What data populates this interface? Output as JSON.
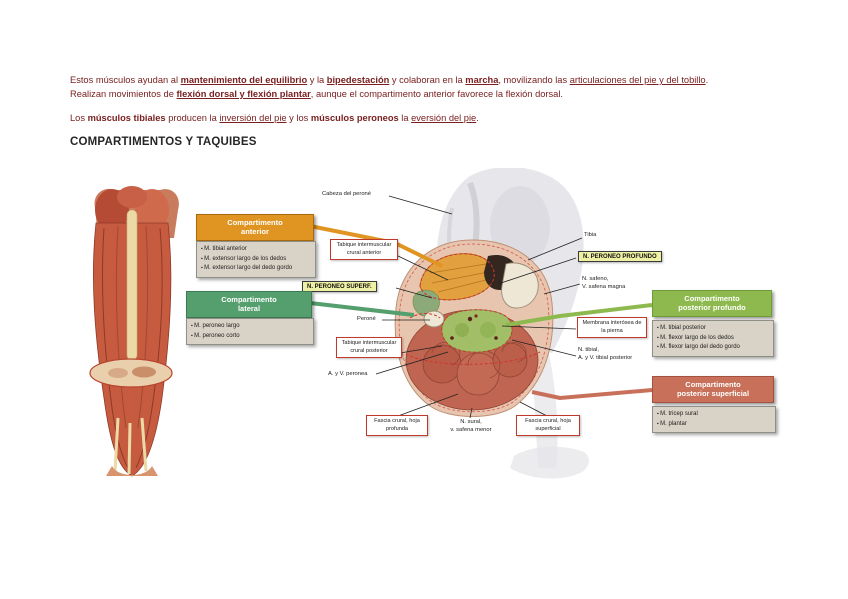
{
  "page": {
    "heading": "COMPARTIMENTOS Y TAQUIBES"
  },
  "paragraphs": {
    "p1": [
      "Estos músculos ayudan al ",
      "mantenimiento del equilibrio",
      " y la ",
      "bipedestación",
      " y colaboran en la ",
      "marcha",
      ", movilizando las ",
      "articulaciones del pie y del tobillo",
      ".",
      "Realizan movimientos de ",
      "flexión dorsal y flexión plantar",
      ", aunque el compartimento anterior favorece la flexión dorsal."
    ],
    "p2": [
      "Los ",
      "músculos tibiales",
      " producen la ",
      "inversión del pie",
      " y los ",
      "músculos peroneos",
      " la ",
      "eversión del pie",
      "."
    ]
  },
  "diagram": {
    "compartments": {
      "anterior": {
        "title": "Compartimento\nanterior",
        "items": [
          "M. tibial anterior",
          "M. extensor largo de los dedos",
          "M. extensor largo del dedo gordo"
        ]
      },
      "lateral": {
        "title": "Compartimento\nlateral",
        "items": [
          "M. peroneo largo",
          "M. peroneo corto"
        ]
      },
      "posterior_profundo": {
        "title": "Compartimento\nposterior profundo",
        "items": [
          "M. tibial posterior",
          "M. flexor largo de los dedos",
          "M. flexor largo del dedo gordo"
        ]
      },
      "posterior_superficial": {
        "title": "Compartimento\nposterior superficial",
        "items": [
          "M. tricep sural",
          "M. plantar"
        ]
      }
    },
    "nerves": {
      "peroneo_superf": "N. PERONEO SUPERF.",
      "peroneo_profundo": "N. PERONEO PROFUNDO"
    },
    "callouts": {
      "tabique_anterior": "Tabique intermuscular crural anterior",
      "tabique_posterior": "Tabique intermuscular crural posterior",
      "membrana": "Membrana interósea de la pierna",
      "fascia_profunda": "Fascia crural, hoja profunda",
      "fascia_superficial": "Fascia crural, hoja superficial"
    },
    "labels": {
      "cabeza_perone": "Cabeza del peroné",
      "tibia": "Tibia",
      "perone": "Peroné",
      "peronea": "A. y V. peronea",
      "safeno": "N. safeno,\nV. safena magna",
      "tibial": "N. tibial,\nA. y V. tibial posterior",
      "sural": "N. sural,\nv. safena menor"
    }
  },
  "colors": {
    "body_text": "#7A2020",
    "heading_text": "#262626",
    "anterior_box": "#E09522",
    "lateral_box": "#559E6E",
    "posterior_profundo_box": "#8DB94E",
    "posterior_superficial_box": "#C8705A",
    "nerve_box_bg": "#EEF0A3",
    "callout_border": "#C0392B",
    "muscle_list_bg": "#D9D2C6"
  }
}
